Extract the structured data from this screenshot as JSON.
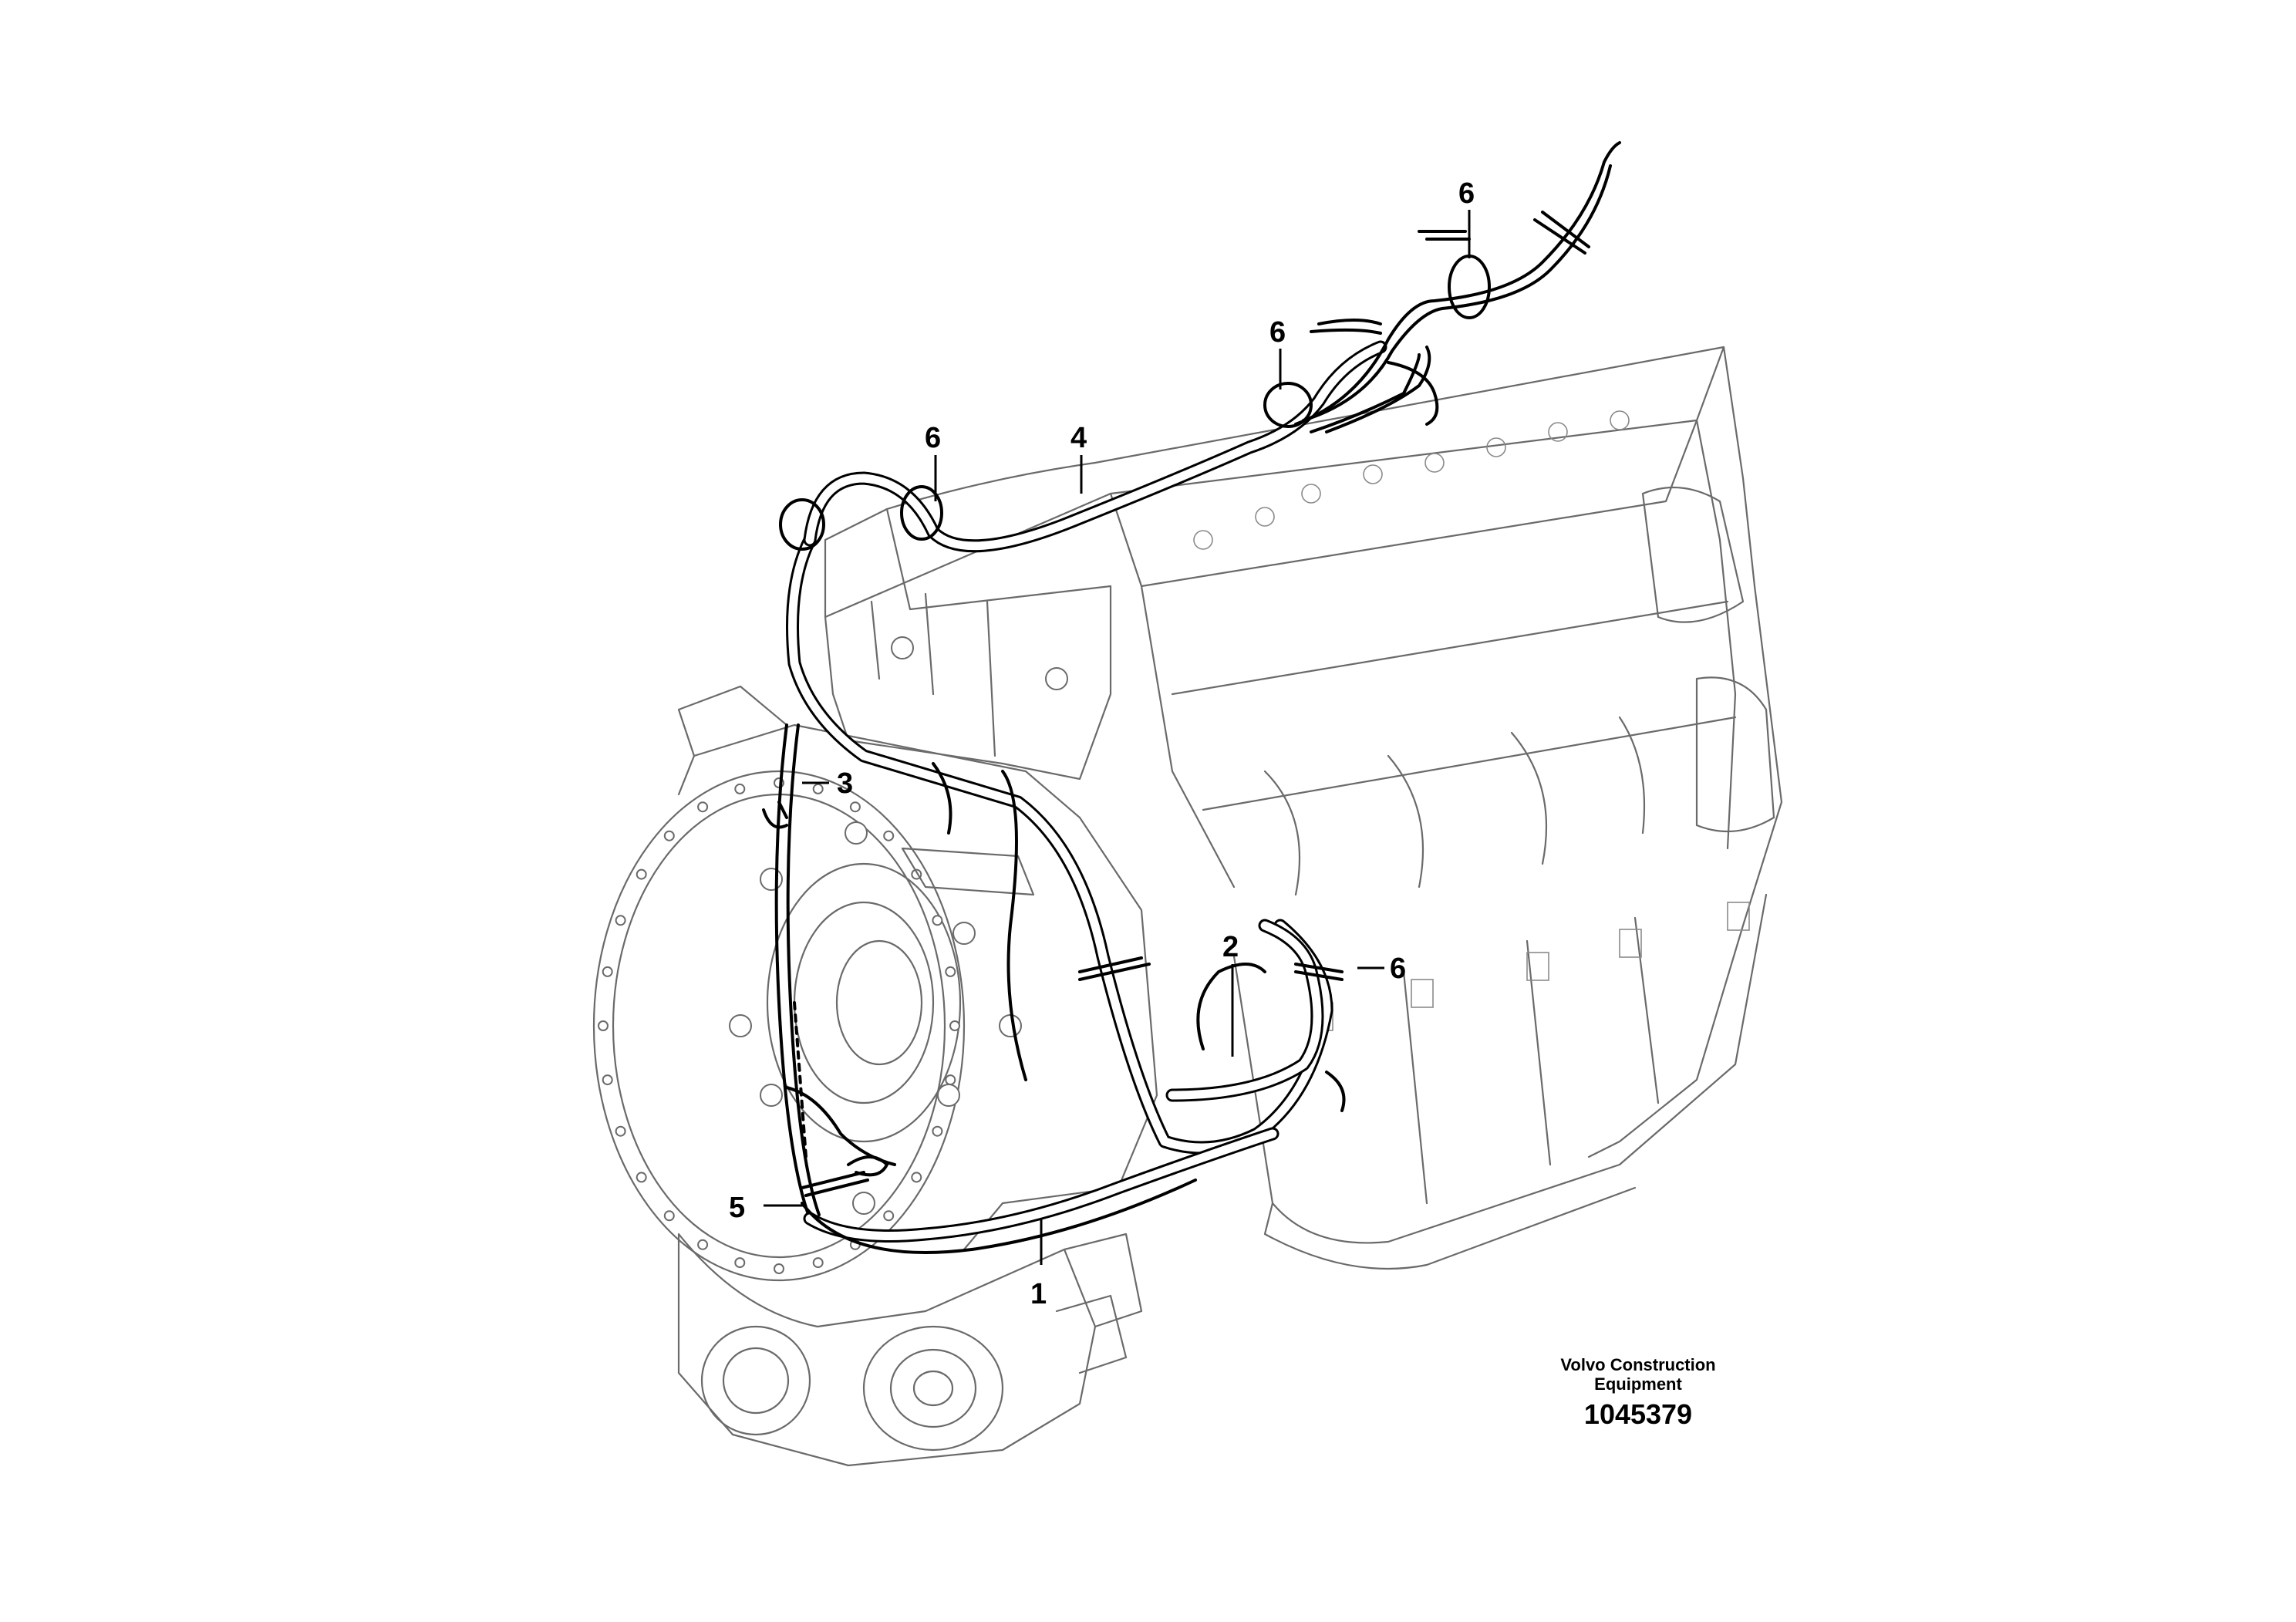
{
  "diagram": {
    "callouts": [
      "1",
      "2",
      "3",
      "4",
      "5",
      "6",
      "6",
      "6",
      "6"
    ],
    "caption": {
      "company_line1": "Volvo Construction",
      "company_line2": "Equipment",
      "drawing_number": "1045379"
    }
  }
}
